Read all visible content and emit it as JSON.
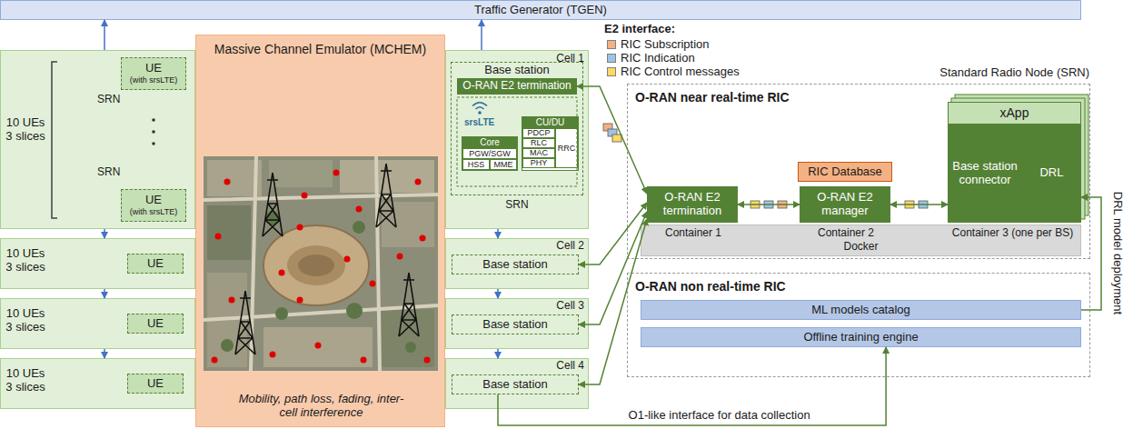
{
  "diagram": {
    "nodes": [
      {
        "text": [
          "Traffic Generator (TGEN)"
        ]
      },
      {
        "text": [
          "10 UEs 3 slices"
        ]
      },
      {
        "text": [
          "UE",
          "(with srsLTE)"
        ],
        "in": 1
      },
      {
        "text": [
          "UE",
          "(with srsLTE)"
        ],
        "in": 1
      },
      {
        "text": [
          "Massive Channel Emulator (MCHEM)",
          "Mobility, path loss, fading, inter-cell interference"
        ]
      },
      {
        "text": [
          "Cell 1"
        ]
      },
      {
        "text": [
          "Base station"
        ],
        "in": 5
      },
      {
        "text": [
          "O-RAN E2 termination"
        ],
        "in": 6
      },
      {
        "text": [
          "Core"
        ],
        "in": 6
      },
      {
        "text": [
          "PGW/SGW"
        ],
        "in": 8
      },
      {
        "text": [
          "HSS"
        ],
        "in": 8
      },
      {
        "text": [
          "MME"
        ],
        "in": 8
      },
      {
        "text": [
          "CU/DU"
        ],
        "in": 6
      },
      {
        "text": [
          "PDCP"
        ],
        "in": 12
      },
      {
        "text": [
          "RLC"
        ],
        "in": 12
      },
      {
        "text": [
          "MAC"
        ],
        "in": 12
      },
      {
        "text": [
          "PHY"
        ],
        "in": 12
      },
      {
        "text": [
          "RRC"
        ],
        "in": 12
      },
      {
        "text": [
          "10 UEs 3 slices"
        ]
      },
      {
        "text": [
          "UE"
        ],
        "in": 18
      },
      {
        "text": [
          "Cell 2"
        ]
      },
      {
        "text": [
          "Base station"
        ],
        "in": 20
      },
      {
        "text": [
          "10 UEs 3 slices"
        ]
      },
      {
        "text": [
          "UE"
        ],
        "in": 22
      },
      {
        "text": [
          "Cell 3"
        ]
      },
      {
        "text": [
          "Base station"
        ],
        "in": 24
      },
      {
        "text": [
          "10 UEs 3 slices"
        ]
      },
      {
        "text": [
          "UE"
        ],
        "in": 26
      },
      {
        "text": [
          "Cell 4"
        ]
      },
      {
        "text": [
          "Base station"
        ],
        "in": 28
      },
      {
        "text": [
          "Standard Radio Node (SRN)",
          "O-RAN near real-time RIC"
        ]
      },
      {
        "text": [
          "O-RAN E2 termination"
        ],
        "in": 30
      },
      {
        "text": [
          "RIC Database"
        ],
        "in": 30
      },
      {
        "text": [
          "O-RAN E2 manager"
        ],
        "in": 30
      },
      {
        "text": [
          "xApp"
        ],
        "in": 30
      },
      {
        "text": [
          "Base station connector"
        ],
        "in": 34
      },
      {
        "text": [
          "DRL"
        ],
        "in": 34
      },
      {
        "text": [
          "Container 1",
          "Container 2",
          "Container 3 (one per BS)",
          "Docker"
        ],
        "in": 30
      },
      {
        "text": [
          "O-RAN non real-time RIC"
        ]
      },
      {
        "text": [
          "ML models catalog"
        ],
        "in": 38
      },
      {
        "text": [
          "Offline training engine"
        ],
        "in": 38
      }
    ],
    "edges": [
      {
        "from": 1,
        "to": 0,
        "arrow": "to"
      },
      {
        "from": 5,
        "to": 0,
        "arrow": "to"
      },
      {
        "from": 1,
        "to": 18,
        "arrow": "to"
      },
      {
        "from": 18,
        "to": 22,
        "arrow": "to"
      },
      {
        "from": 22,
        "to": 26,
        "arrow": "to"
      },
      {
        "from": 5,
        "to": 20,
        "arrow": "to"
      },
      {
        "from": 20,
        "to": 24,
        "arrow": "to"
      },
      {
        "from": 24,
        "to": 28,
        "arrow": "to"
      },
      {
        "from": 7,
        "to": 31,
        "arrow": "both"
      },
      {
        "from": 21,
        "to": 31,
        "arrow": "both"
      },
      {
        "from": 25,
        "to": 31,
        "arrow": "both"
      },
      {
        "from": 29,
        "to": 31,
        "arrow": "both"
      },
      {
        "from": 31,
        "to": 33,
        "arrow": "both"
      },
      {
        "from": 33,
        "to": 35,
        "arrow": "both"
      },
      {
        "from": 39,
        "to": 36,
        "label": "DRL model deployment",
        "arrow": "to"
      },
      {
        "from": 29,
        "to": 40,
        "label": "O1-like interface for data collection",
        "arrow": "to"
      }
    ],
    "labels": [
      "SRN",
      "SRN",
      "srsLTE",
      "SRN",
      "E2 interface:"
    ],
    "legend": [
      {
        "text": "RIC Subscription",
        "color": "#f4b183"
      },
      {
        "text": "RIC Indication",
        "color": "#9dc3e6"
      },
      {
        "text": "RIC Control messages",
        "color": "#ffd966"
      }
    ]
  }
}
